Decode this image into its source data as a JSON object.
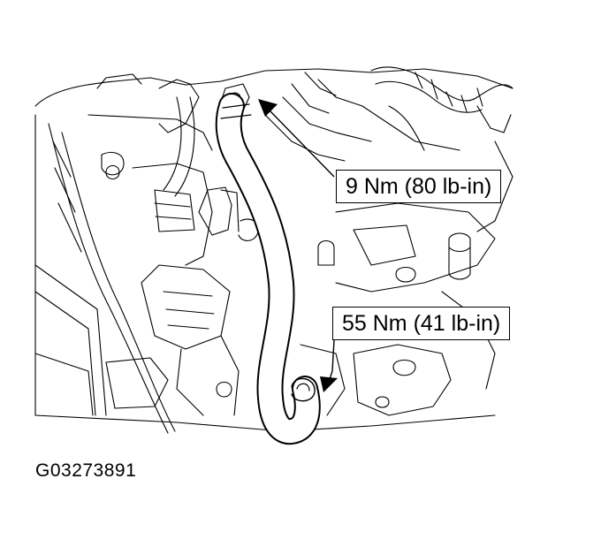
{
  "callouts": {
    "upper_torque": "9 Nm (80 lb-in)",
    "lower_torque": "55 Nm (41 lb-in)"
  },
  "figure_id": "G03273891"
}
